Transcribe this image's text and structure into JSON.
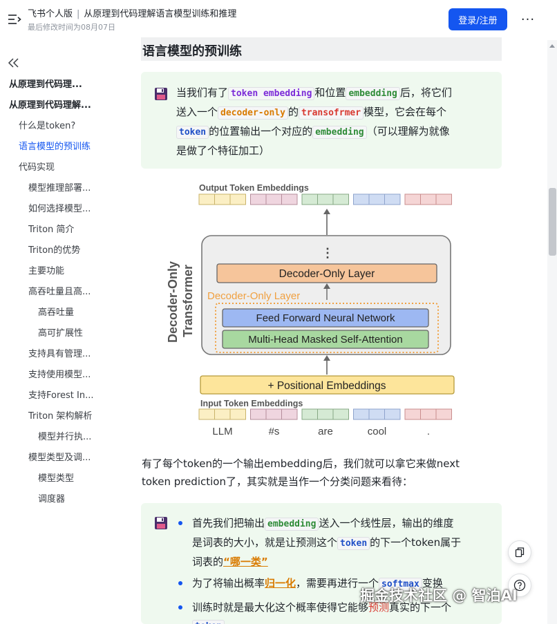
{
  "header": {
    "menu_icon": "menu-list-icon",
    "site": "飞书个人版",
    "separator": "|",
    "doc_title": "从原理到代码理解语言模型训练和推理",
    "modified": "最后修改时间为08月07日",
    "login_label": "登录/注册",
    "more_label": "···",
    "accent_color": "#1456f0"
  },
  "sidebar": {
    "collapse_icon": "double-chevron-left-icon",
    "items": [
      {
        "label": "从原理到代码理...",
        "level": 0
      },
      {
        "label": "从原理到代码理解...",
        "level": 0
      },
      {
        "label": "什么是token?",
        "level": 1
      },
      {
        "label": "语言模型的预训练",
        "level": 1,
        "active": true
      },
      {
        "label": "代码实现",
        "level": 1
      },
      {
        "label": "模型推理部署...",
        "level": 2
      },
      {
        "label": "如何选择模型...",
        "level": 2
      },
      {
        "label": "Triton 简介",
        "level": 2
      },
      {
        "label": "Triton的优势",
        "level": 2
      },
      {
        "label": "主要功能",
        "level": 2
      },
      {
        "label": "高吞吐量且高...",
        "level": 2
      },
      {
        "label": "高吞吐量",
        "level": 3
      },
      {
        "label": "高可扩展性",
        "level": 3
      },
      {
        "label": "支持具有管理...",
        "level": 2
      },
      {
        "label": "支持使用模型...",
        "level": 2
      },
      {
        "label": "支持Forest In...",
        "level": 2
      },
      {
        "label": "Triton 架构解析",
        "level": 2
      },
      {
        "label": "模型并行执...",
        "level": 3
      },
      {
        "label": "模型类型及调...",
        "level": 2
      },
      {
        "label": "模型类型",
        "level": 3
      },
      {
        "label": "调度器",
        "level": 3
      }
    ]
  },
  "content": {
    "heading": "语言模型的预训练",
    "callout1": {
      "icon": "floppy-disk-icon",
      "p1": "当我们有了",
      "c1": "token embedding",
      "p2": "和位置",
      "c2": "embedding",
      "p3": "后，将它们",
      "p4": "送入一个",
      "c3": "decoder-only",
      "p5": "的",
      "c4": "transofrmer",
      "p6": "模型，它会在每个",
      "c5": "token",
      "p7": "的位置输出一个对应的",
      "c6": "embedding",
      "p8": "（可以理解为就像",
      "p9": "是做了个特征加工）"
    },
    "diagram": {
      "output_title": "Output Token Embeddings",
      "side_label_1": "Decoder-Only",
      "side_label_2": "Transformer",
      "dots": "⋮",
      "layer_top": "Decoder-Only Layer",
      "layer_group": "Decoder-Only Layer",
      "ffn": "Feed Forward Neural Network",
      "attn": "Multi-Head Masked Self-Attention",
      "pos_emb": "+ Positional Embeddings",
      "input_title": "Input Token Embeddings",
      "tokens": [
        "LLM",
        "#s",
        "are",
        "cool",
        "."
      ],
      "token_colors": [
        "#fbefc4",
        "#efd5df",
        "#d5ead4",
        "#cfdcf3",
        "#f5d5d5"
      ],
      "token_borders": [
        "#c9b36a",
        "#b58d9b",
        "#86a884",
        "#8ea3cc",
        "#c98d8d"
      ]
    },
    "para2_line1": "有了每个token的一个输出embedding后，我们就可以拿它来做next",
    "para2_line2": "token prediction了，其实就是当作一个分类问题来看待：",
    "callout2": {
      "icon": "floppy-disk-icon",
      "b1_p1": "首先我们把输出",
      "b1_c1": "embedding",
      "b1_p2": "送入一个线性层，输出的维度",
      "b1_p3": "是词表的大小，就是让预测这个",
      "b1_c2": "token",
      "b1_p4": "的下一个token属于",
      "b1_p5": "词表的",
      "b1_hl": "“哪一类”",
      "b2_p1": "为了将输出概率",
      "b2_hl": "归一化",
      "b2_p2": "，需要再进行一个",
      "b2_c1": "softmax",
      "b2_p3": "变换",
      "b3_p1": "训练时就是最大化这个概率使得它能够",
      "b3_hl": "预测",
      "b3_p2": "真实的下一个",
      "b3_c1": "token"
    }
  },
  "floating": {
    "copy_icon": "copy-doc-icon",
    "help_icon": "help-circle-icon"
  },
  "brand_watermark": "掘金技术社区 @ 智泊AI"
}
